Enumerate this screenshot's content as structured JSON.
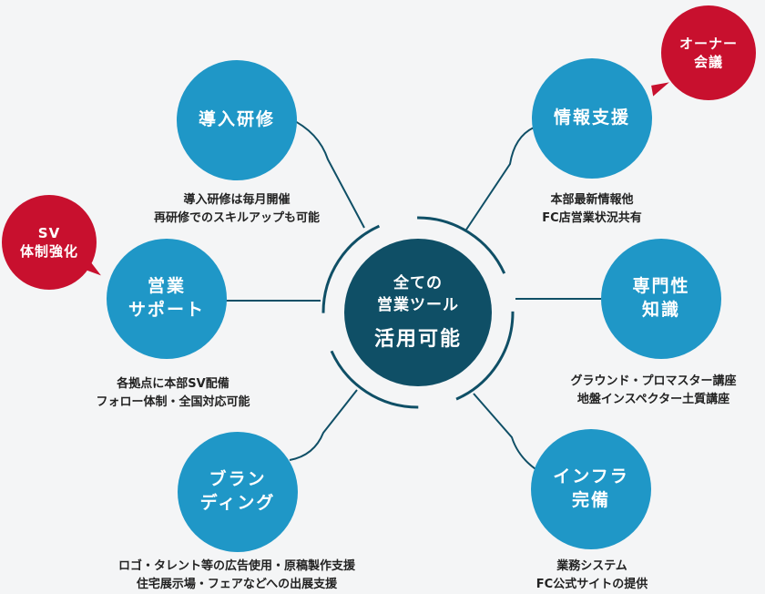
{
  "hub": {
    "line1": "全ての",
    "line2": "営業ツール",
    "line3": "活用可能"
  },
  "nodes": {
    "training": {
      "label": "導入研修",
      "desc1": "導入研修は毎月開催",
      "desc2": "再研修でのスキルアップも可能"
    },
    "sales_support": {
      "label1": "営業",
      "label2": "サポート",
      "desc1": "各拠点に本部SV配備",
      "desc2": "フォロー体制・全国対応可能"
    },
    "branding": {
      "label1": "ブラン",
      "label2": "ディング",
      "desc1": "ロゴ・タレント等の広告使用・原稿製作支援",
      "desc2": "住宅展示場・フェアなどへの出展支援"
    },
    "info_support": {
      "label": "情報支援",
      "desc1": "本部最新情報他",
      "desc2": "FC店営業状況共有"
    },
    "expertise": {
      "label1": "専門性",
      "label2": "知識",
      "desc1": "グラウンド・プロマスター講座",
      "desc2": "地盤インスペクター土質講座"
    },
    "infrastructure": {
      "label1": "インフラ",
      "label2": "完備",
      "desc1": "業務システム",
      "desc2": "FC公式サイトの提供"
    }
  },
  "badges": {
    "sv": {
      "line1": "SV",
      "line2": "体制強化"
    },
    "owner": {
      "line1": "オーナー",
      "line2": "会議"
    }
  },
  "colors": {
    "node": "#1f97c7",
    "hub": "#0f4f66",
    "badge": "#c8102e",
    "line": "#0f4f66",
    "background": "#f4f5f6"
  }
}
